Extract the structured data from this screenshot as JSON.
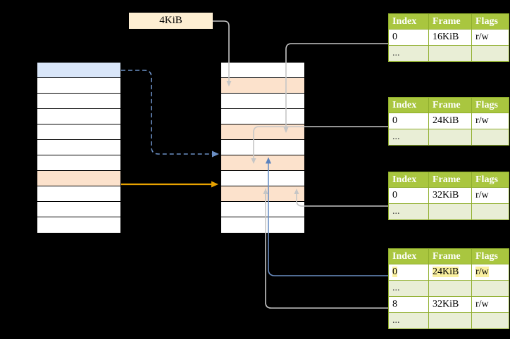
{
  "diagram": {
    "title": "multi-level page table address translation",
    "background": "#000000"
  },
  "size_label": {
    "text": "4KiB"
  },
  "colors": {
    "header_green": "#a9c63f",
    "alt_row_green": "#e9eed6",
    "highlight_yellow": "#faf0a0",
    "peach": "#fce2cc",
    "blue": "#d9e6f9",
    "orange_arrow": "#e8a200",
    "blue_arrow": "#6b8fc4",
    "gray_arrow": "#bdbdbd"
  },
  "left_column": {
    "name": "virtual-address-space",
    "rows": [
      {
        "label": "",
        "fill": "blue"
      },
      {
        "label": "",
        "fill": "white"
      },
      {
        "label": "",
        "fill": "white"
      },
      {
        "label": "",
        "fill": "white"
      },
      {
        "label": "",
        "fill": "white"
      },
      {
        "label": "",
        "fill": "white"
      },
      {
        "label": "",
        "fill": "white"
      },
      {
        "label": "",
        "fill": "peach"
      },
      {
        "label": "",
        "fill": "white"
      },
      {
        "label": "",
        "fill": "white"
      },
      {
        "label": "",
        "fill": "white"
      }
    ]
  },
  "middle_column": {
    "name": "physical-memory",
    "rows": [
      {
        "label": "",
        "fill": "white"
      },
      {
        "label": "",
        "fill": "peach"
      },
      {
        "label": "",
        "fill": "white"
      },
      {
        "label": "",
        "fill": "white"
      },
      {
        "label": "",
        "fill": "peach"
      },
      {
        "label": "",
        "fill": "white"
      },
      {
        "label": "",
        "fill": "peach"
      },
      {
        "label": "",
        "fill": "white"
      },
      {
        "label": "",
        "fill": "peach"
      },
      {
        "label": "",
        "fill": "white"
      },
      {
        "label": "",
        "fill": "white"
      }
    ]
  },
  "page_tables": [
    {
      "name": "page-table-1",
      "columns": [
        "Index",
        "Frame",
        "Flags"
      ],
      "rows": [
        {
          "cells": [
            "0",
            "16KiB",
            "r/w"
          ],
          "style": "normal",
          "highlight": []
        },
        {
          "cells": [
            "...",
            "",
            ""
          ],
          "style": "alt",
          "highlight": []
        }
      ]
    },
    {
      "name": "page-table-2",
      "columns": [
        "Index",
        "Frame",
        "Flags"
      ],
      "rows": [
        {
          "cells": [
            "0",
            "24KiB",
            "r/w"
          ],
          "style": "normal",
          "highlight": []
        },
        {
          "cells": [
            "...",
            "",
            ""
          ],
          "style": "alt",
          "highlight": []
        }
      ]
    },
    {
      "name": "page-table-3",
      "columns": [
        "Index",
        "Frame",
        "Flags"
      ],
      "rows": [
        {
          "cells": [
            "0",
            "32KiB",
            "r/w"
          ],
          "style": "normal",
          "highlight": []
        },
        {
          "cells": [
            "...",
            "",
            ""
          ],
          "style": "alt",
          "highlight": []
        }
      ]
    },
    {
      "name": "page-table-4",
      "columns": [
        "Index",
        "Frame",
        "Flags"
      ],
      "rows": [
        {
          "cells": [
            "0",
            "24KiB",
            "r/w"
          ],
          "style": "normal",
          "highlight": [
            0,
            1,
            2
          ]
        },
        {
          "cells": [
            "...",
            "",
            ""
          ],
          "style": "alt",
          "highlight": []
        },
        {
          "cells": [
            "8",
            "32KiB",
            "r/w"
          ],
          "style": "normal",
          "highlight": []
        },
        {
          "cells": [
            "...",
            "",
            ""
          ],
          "style": "alt",
          "highlight": []
        }
      ]
    }
  ]
}
